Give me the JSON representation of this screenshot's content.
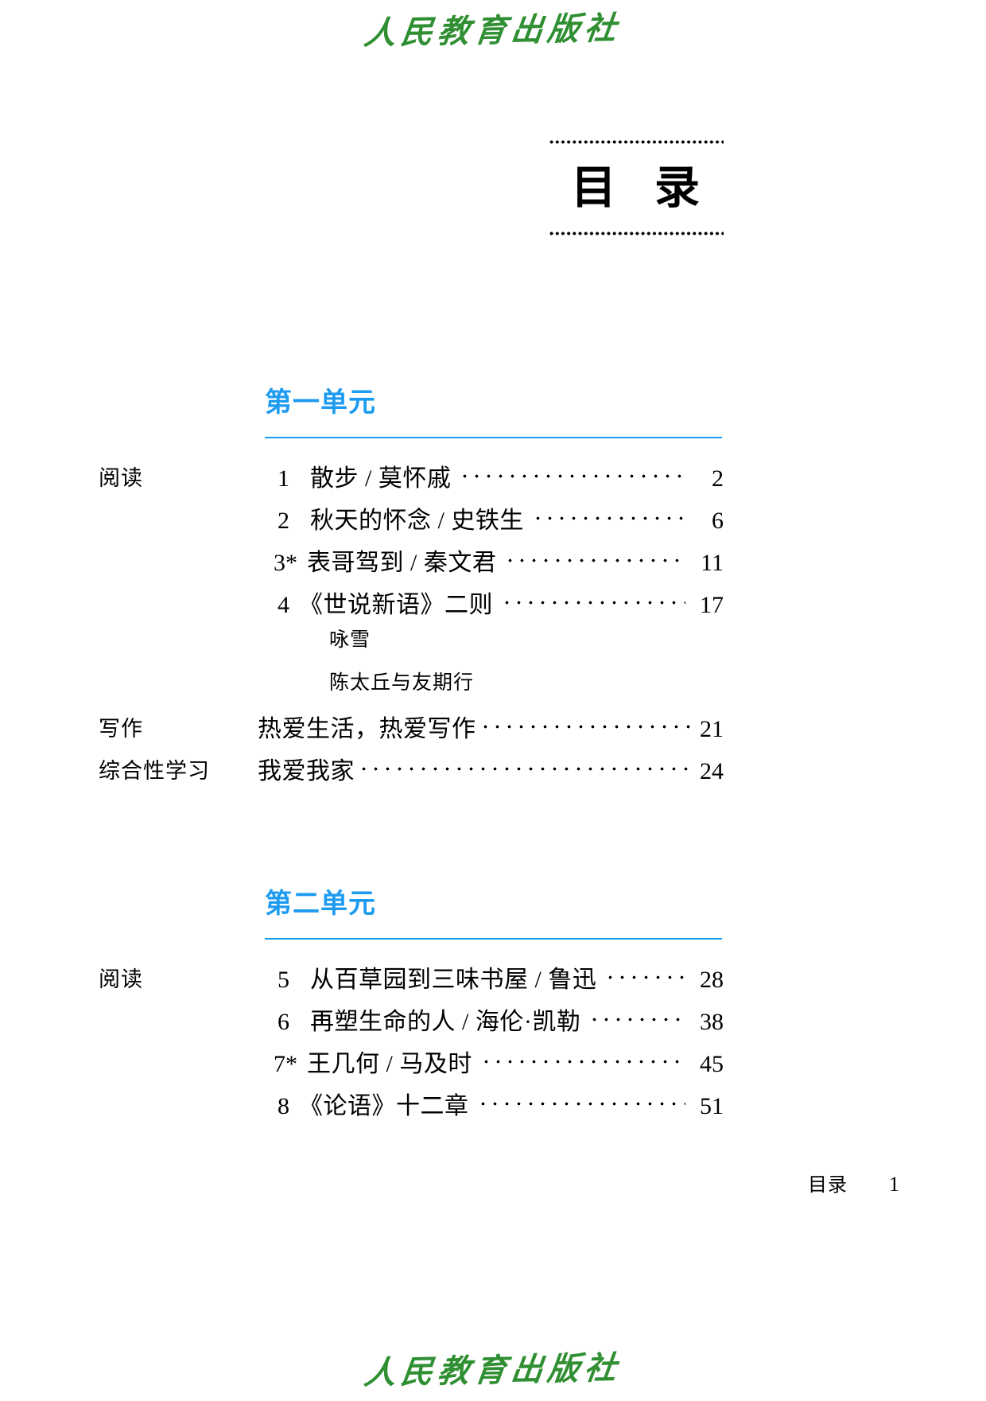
{
  "publisher": {
    "logo_text": "人民教育出版社"
  },
  "title": {
    "char1": "目",
    "char2": "录"
  },
  "units": [
    {
      "heading": "第一单元",
      "groups": [
        {
          "label": "阅读",
          "entries": [
            {
              "num": "1",
              "title": "散步 / 莫怀戚",
              "page": "2"
            },
            {
              "num": "2",
              "title": "秋天的怀念 / 史铁生",
              "page": "6"
            },
            {
              "num": "3*",
              "title": "表哥驾到 / 秦文君",
              "page": "11"
            },
            {
              "num": "4",
              "title": "《世说新语》二则",
              "page": "17",
              "subs": [
                "咏雪",
                "陈太丘与友期行"
              ]
            }
          ]
        },
        {
          "label": "写作",
          "entries": [
            {
              "num": "",
              "title": "热爱生活，热爱写作",
              "page": "21"
            }
          ]
        },
        {
          "label": "综合性学习",
          "entries": [
            {
              "num": "",
              "title": "我爱我家",
              "page": "24"
            }
          ]
        }
      ]
    },
    {
      "heading": "第二单元",
      "groups": [
        {
          "label": "阅读",
          "entries": [
            {
              "num": "5",
              "title": "从百草园到三味书屋 / 鲁迅",
              "page": "28"
            },
            {
              "num": "6",
              "title": "再塑生命的人 / 海伦·凯勒",
              "page": "38"
            },
            {
              "num": "7*",
              "title": "王几何 / 马及时",
              "page": "45"
            },
            {
              "num": "8",
              "title": "《论语》十二章",
              "page": "51"
            }
          ]
        }
      ]
    }
  ],
  "footer": {
    "label": "目录",
    "page": "1"
  }
}
